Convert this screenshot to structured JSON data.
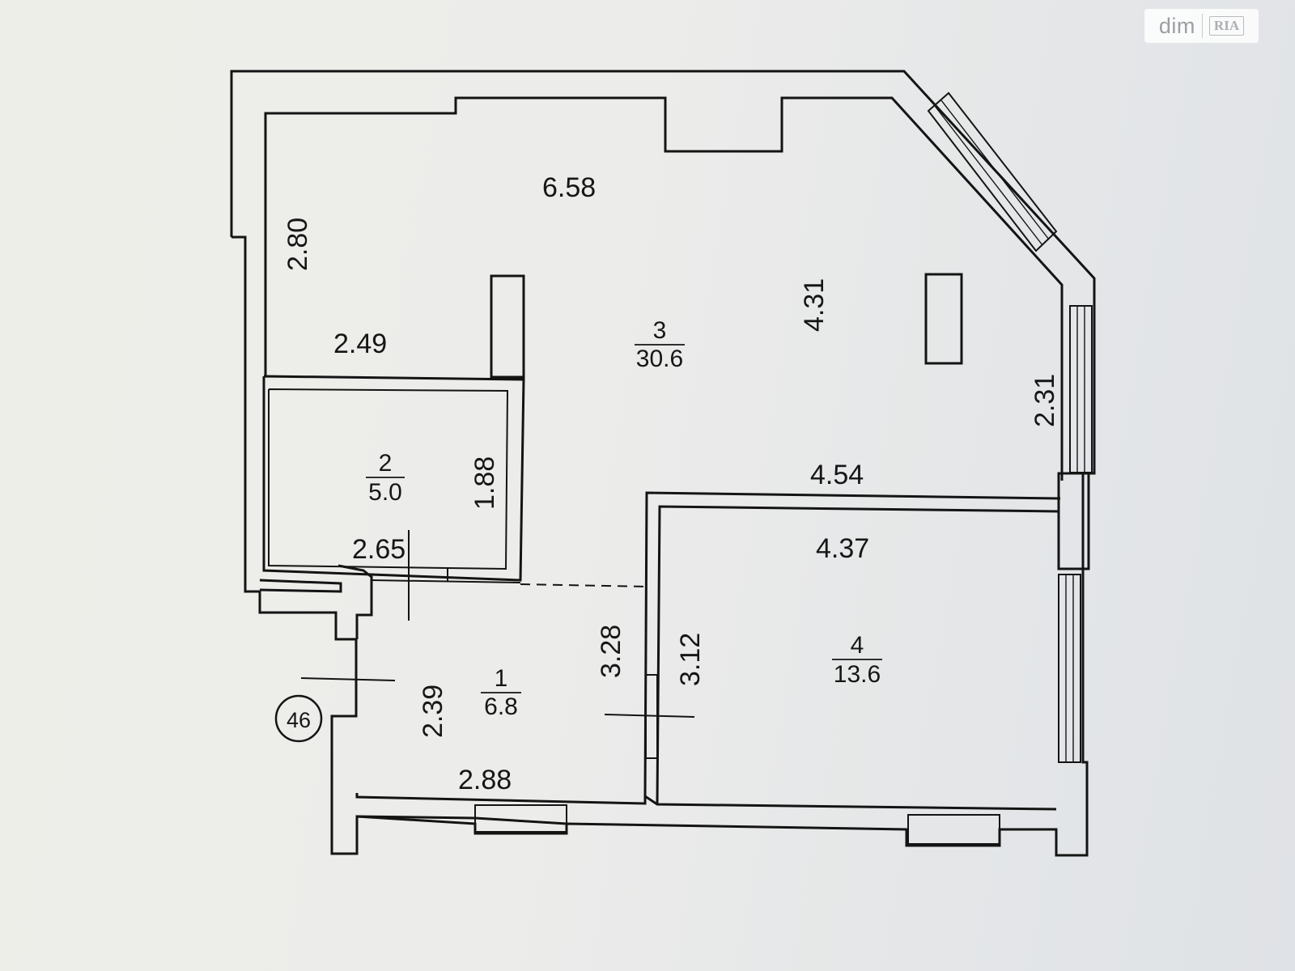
{
  "watermark": {
    "brand": "dim",
    "sub": "RIA"
  },
  "plan_number": "46",
  "dimensions": {
    "top_width": "6.58",
    "left_height": "2.80",
    "storage_width": "2.49",
    "room3_height": "4.31",
    "corner_window": "2.31",
    "room4_top": "4.54",
    "room4_inner": "4.37",
    "room2_height": "1.88",
    "room2_width": "2.65",
    "hall_height": "3.28",
    "room4_height": "3.12",
    "entry_height": "2.39",
    "hall_width": "2.88"
  },
  "rooms": [
    {
      "number": "1",
      "area": "6.8"
    },
    {
      "number": "2",
      "area": "5.0"
    },
    {
      "number": "3",
      "area": "30.6"
    },
    {
      "number": "4",
      "area": "13.6"
    }
  ]
}
